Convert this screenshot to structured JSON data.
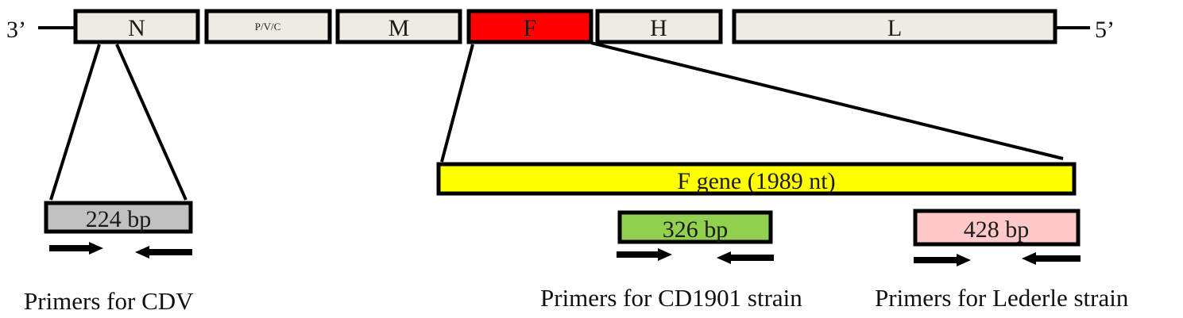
{
  "genome": {
    "end_left": "3’",
    "end_right": "5’",
    "genes": [
      {
        "id": "N",
        "label": "N",
        "color": "#eeebe2",
        "highlight": false
      },
      {
        "id": "PVC",
        "label": "P/V/C",
        "color": "#eeebe2",
        "highlight": false
      },
      {
        "id": "M",
        "label": "M",
        "color": "#eeebe2",
        "highlight": false
      },
      {
        "id": "F",
        "label": "F",
        "color": "#ff0000",
        "highlight": true
      },
      {
        "id": "H",
        "label": "H",
        "color": "#eeebe2",
        "highlight": false
      },
      {
        "id": "L",
        "label": "L",
        "color": "#eeebe2",
        "highlight": false
      }
    ]
  },
  "f_gene": {
    "label": "F gene (1989 nt)",
    "color": "#ffff00"
  },
  "amplicons": {
    "cdv": {
      "label": "224 bp",
      "color": "#c0c0c0",
      "caption": "Primers for CDV"
    },
    "cd1901": {
      "label": "326 bp",
      "color": "#92d050",
      "caption": "Primers for CD1901 strain"
    },
    "lederle": {
      "label": "428 bp",
      "color": "#ffc9c9",
      "caption": "Primers for Lederle strain"
    }
  },
  "colors": {
    "stroke": "#000000",
    "text": "#1a1a1a"
  }
}
